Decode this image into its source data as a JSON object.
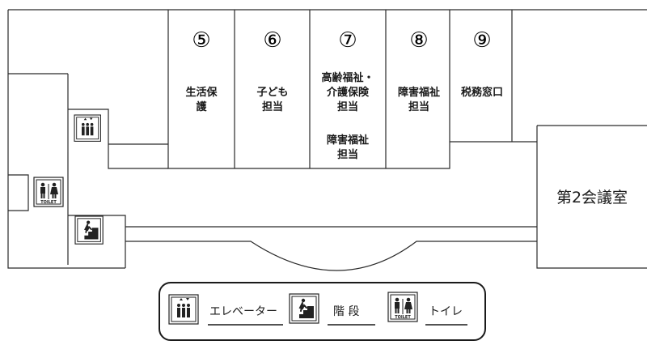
{
  "colors": {
    "wall": "#2a2a2a",
    "text": "#1a1a1a",
    "background": "#ffffff"
  },
  "counters": [
    {
      "number": "⑤",
      "label": [
        "生活保",
        "護"
      ]
    },
    {
      "number": "⑥",
      "label": [
        "子ども",
        "担当"
      ]
    },
    {
      "number": "⑦",
      "label": [
        "高齢福祉・",
        "介護保険",
        "担当"
      ],
      "label2": [
        "障害福祉",
        "担当"
      ]
    },
    {
      "number": "⑧",
      "label": [
        "障害福祉",
        "担当"
      ]
    },
    {
      "number": "⑨",
      "label": [
        "税務窓口"
      ]
    }
  ],
  "rooms": {
    "conference": "第2会議室"
  },
  "icons": {
    "elevator": "elevator-icon",
    "stairs": "stairs-icon",
    "toilet": "toilet-icon"
  },
  "toilet_tag": "TOILET",
  "legend": {
    "elevator": "エレベーター",
    "stairs": "階 段",
    "toilet": "トイレ"
  }
}
